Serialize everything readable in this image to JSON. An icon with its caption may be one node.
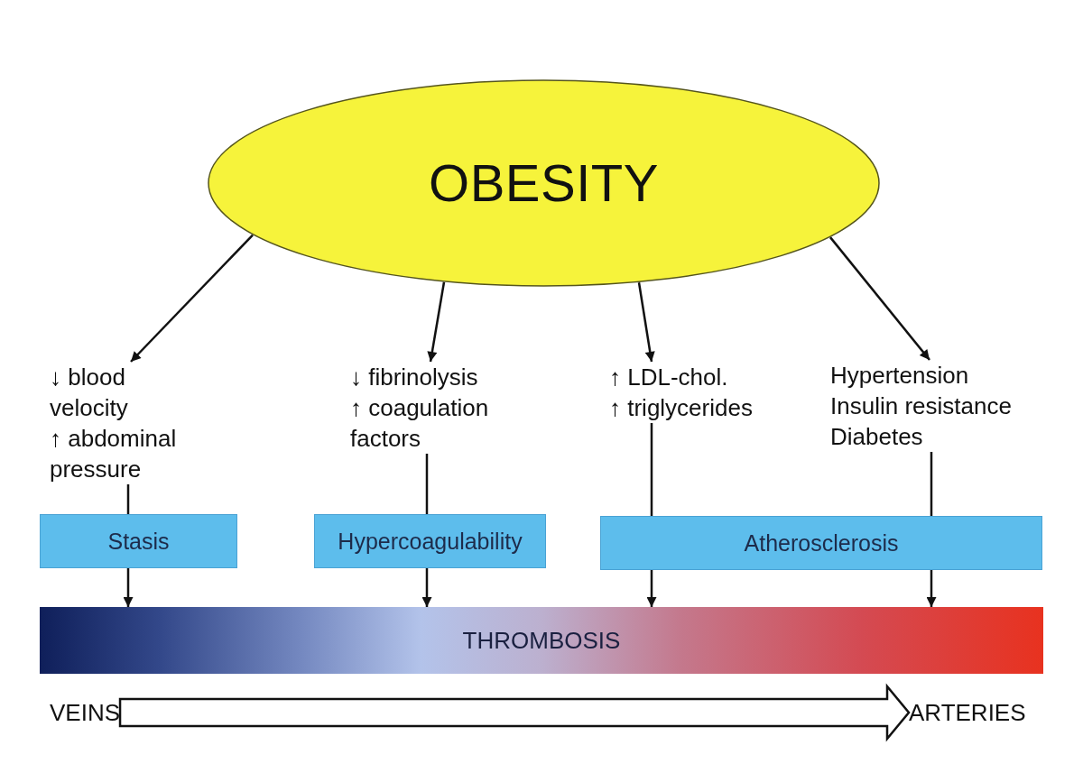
{
  "diagram": {
    "nodes": [
      {
        "text": [
          "OBESITY"
        ]
      },
      {
        "text": [
          "↓ blood velocity",
          "↑ abdominal pressure"
        ]
      },
      {
        "text": [
          "↓ fibrinolysis",
          "↑ coagulation factors"
        ]
      },
      {
        "text": [
          "↑ LDL-chol.",
          "↑ triglycerides"
        ]
      },
      {
        "text": [
          "Hypertension",
          "Insulin resistance",
          "Diabetes"
        ]
      },
      {
        "text": [
          "Stasis"
        ]
      },
      {
        "text": [
          "Hypercoagulability"
        ]
      },
      {
        "text": [
          "Atherosclerosis"
        ]
      },
      {
        "text": [
          "THROMBOSIS"
        ]
      },
      {
        "text": [
          "VEINS"
        ]
      },
      {
        "text": [
          "ARTERIES"
        ]
      }
    ],
    "edges": [
      {
        "from": 0,
        "to": 1,
        "arrow": "to"
      },
      {
        "from": 0,
        "to": 2,
        "arrow": "to"
      },
      {
        "from": 0,
        "to": 3,
        "arrow": "to"
      },
      {
        "from": 0,
        "to": 4,
        "arrow": "to"
      },
      {
        "from": 1,
        "to": 5,
        "arrow": "none"
      },
      {
        "from": 5,
        "to": 8,
        "arrow": "to"
      },
      {
        "from": 2,
        "to": 6,
        "arrow": "none"
      },
      {
        "from": 6,
        "to": 8,
        "arrow": "to"
      },
      {
        "from": 3,
        "to": 7,
        "arrow": "none"
      },
      {
        "from": 7,
        "to": 8,
        "arrow": "to"
      },
      {
        "from": 4,
        "to": 7,
        "arrow": "none"
      },
      {
        "from": 7,
        "to": 8,
        "arrow": "to"
      },
      {
        "from": 9,
        "to": 10,
        "arrow": "to",
        "style": "thick"
      }
    ]
  }
}
